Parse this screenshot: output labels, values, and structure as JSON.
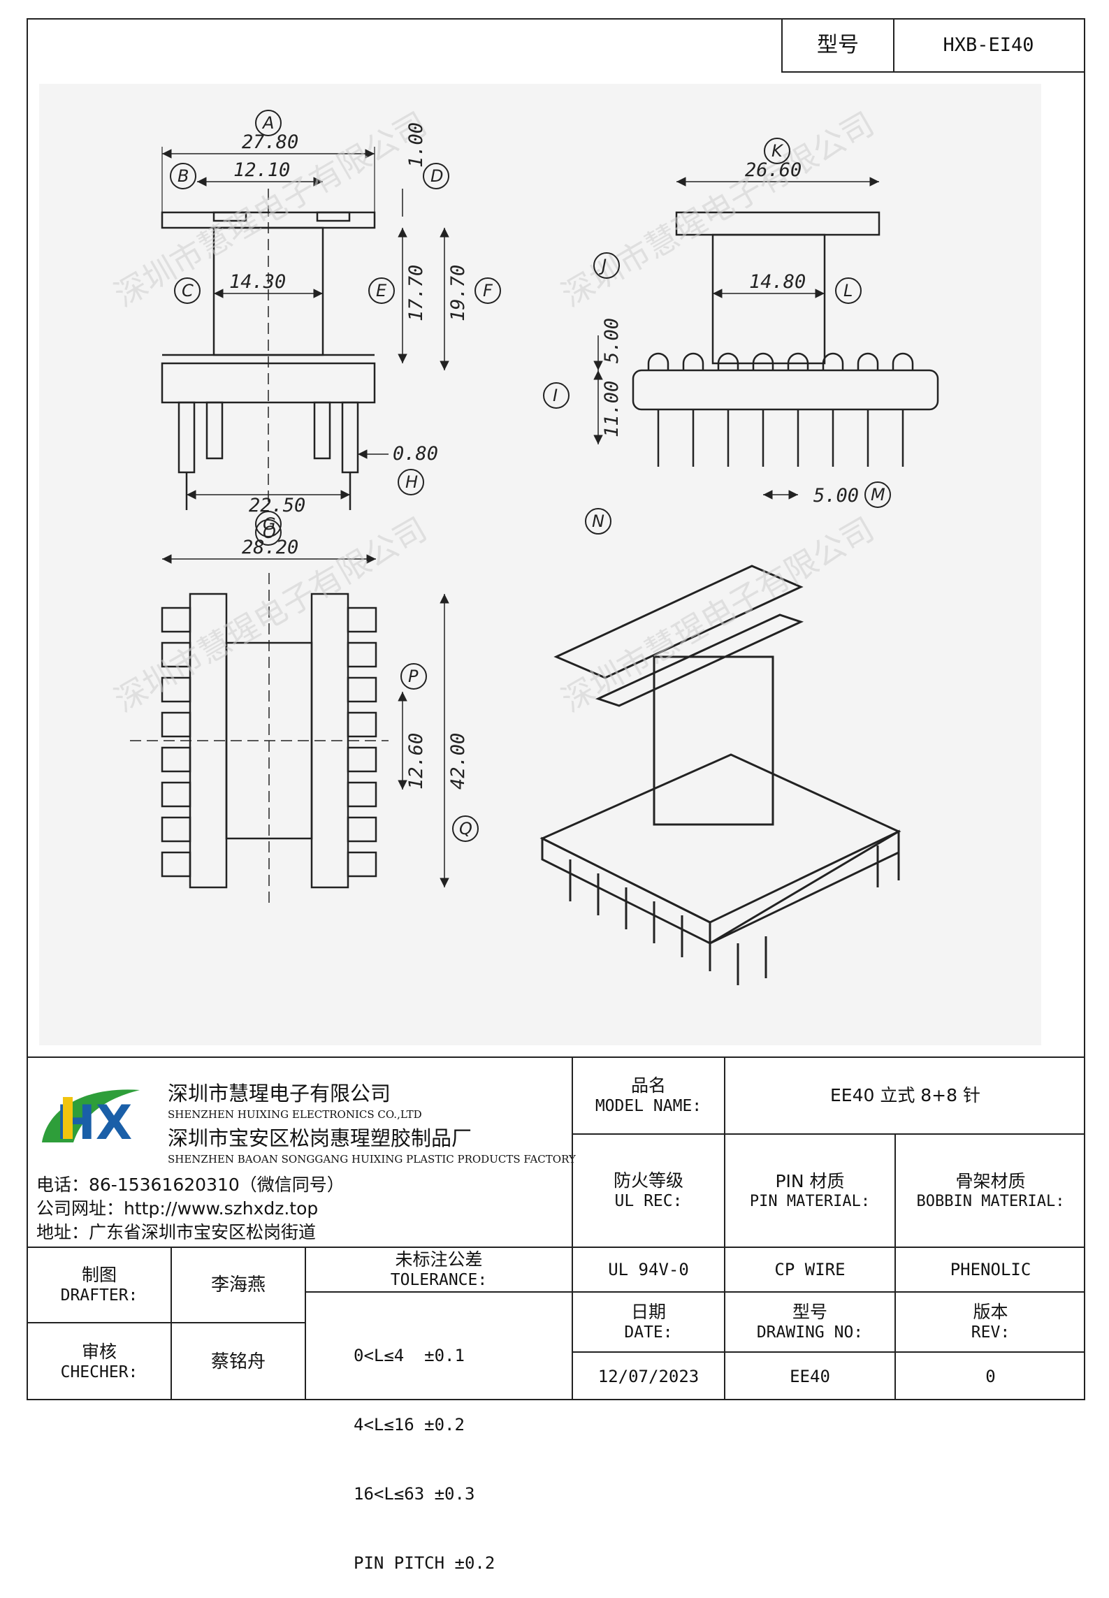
{
  "header": {
    "model_label": "型号",
    "model_value": "HXB-EI40"
  },
  "drawing": {
    "dims": {
      "A": "27.80",
      "B": "12.10",
      "D": "1.00",
      "C": "14.30",
      "E": "17.70",
      "F": "19.70",
      "H": "0.80",
      "G": "22.50",
      "K": "26.60",
      "L": "14.80",
      "J": "5.00",
      "I": "11.00",
      "M": "5.00",
      "O": "28.20",
      "P": "12.60",
      "Q": "42.00"
    },
    "labels": [
      "A",
      "B",
      "C",
      "D",
      "E",
      "F",
      "G",
      "H",
      "I",
      "J",
      "K",
      "L",
      "M",
      "N",
      "O",
      "P",
      "Q"
    ],
    "watermark": "深圳市慧瑆电子有限公司"
  },
  "company": {
    "logo_text": "HX",
    "name_cn": "深圳市慧瑆电子有限公司",
    "name_en": "SHENZHEN HUIXING ELECTRONICS CO.,LTD",
    "factory_cn": "深圳市宝安区松岗惠瑆塑胶制品厂",
    "factory_en": "SHENZHEN BAOAN SONGGANG HUIXING PLASTIC PRODUCTS FACTORY",
    "phone": "电话：86-15361620310（微信同号）",
    "website": "公司网址：http://www.szhxdz.top",
    "address": "地址：广东省深圳市宝安区松岗街道"
  },
  "table": {
    "model_name_cn": "品名",
    "model_name_en": "MODEL NAME:",
    "model_name_value": "EE40 立式 8+8 针",
    "ul_cn": "防火等级",
    "ul_en": "UL REC:",
    "pin_cn": "PIN 材质",
    "pin_en": "PIN MATERIAL:",
    "bobbin_cn": "骨架材质",
    "bobbin_en": "BOBBIN MATERIAL:",
    "ul_value": "UL 94V-0",
    "pin_value": "CP WIRE",
    "bobbin_value": "PHENOLIC",
    "drafter_cn": "制图",
    "drafter_en": "DRAFTER:",
    "drafter_name": "李海燕",
    "checker_cn": "审核",
    "checker_en": "CHECHER:",
    "checker_name": "蔡铭舟",
    "tolerance_cn": "未标注公差",
    "tolerance_en": "TOLERANCE:",
    "tolerance_lines": [
      "0<L≤4  ±0.1",
      "4<L≤16 ±0.2",
      "16<L≤63 ±0.3",
      "PIN PITCH ±0.2"
    ],
    "date_cn": "日期",
    "date_en": "DATE:",
    "date_value": "12/07/2023",
    "drawing_no_cn": "型号",
    "drawing_no_en": "DRAWING NO:",
    "drawing_no_value": "EE40",
    "rev_cn": "版本",
    "rev_en": "REV:",
    "rev_value": "0"
  },
  "colors": {
    "logo_green": "#2e9e3a",
    "logo_yellow": "#f1c40f",
    "logo_blue": "#1a5fa8"
  }
}
